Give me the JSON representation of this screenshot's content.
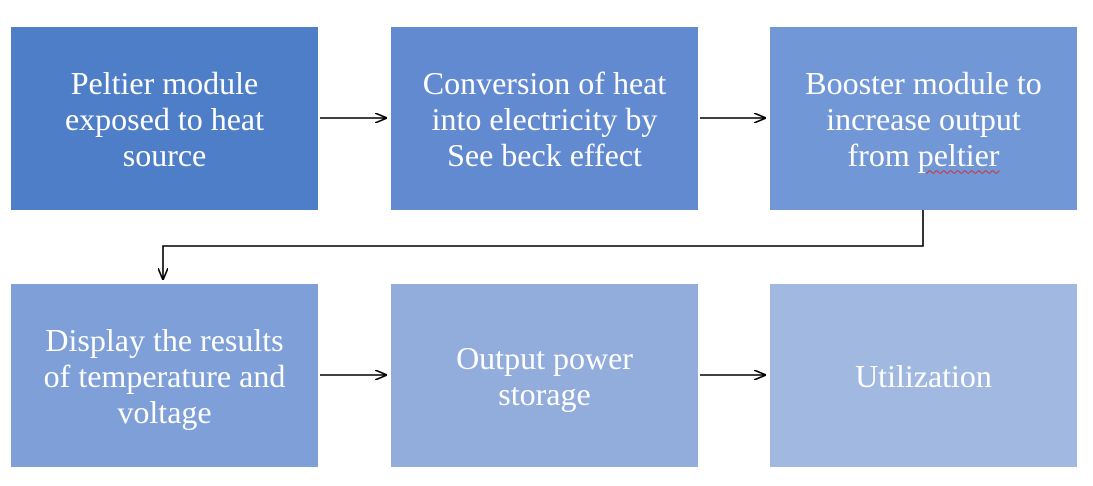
{
  "diagram": {
    "boxes": [
      {
        "id": "b1",
        "lines": [
          "Peltier module",
          "exposed to heat",
          "source"
        ],
        "color": "#4f7ec9"
      },
      {
        "id": "b2",
        "lines": [
          "Conversion of heat",
          "into electricity by",
          "See beck effect"
        ],
        "color": "#628ad0"
      },
      {
        "id": "b3",
        "lines": [
          "Booster module  to",
          "increase output",
          "from "
        ],
        "flagged_word": "peltier",
        "color": "#7197d6"
      },
      {
        "id": "b4",
        "lines": [
          "Display the results",
          "of temperature and",
          "voltage"
        ],
        "color": "#7e9fd8"
      },
      {
        "id": "b5",
        "lines": [
          "Output power",
          "storage"
        ],
        "color": "#92acdc"
      },
      {
        "id": "b6",
        "lines": [
          "Utilization"
        ],
        "color": "#a1b8e1"
      }
    ],
    "connections": [
      {
        "from": "b1",
        "to": "b2"
      },
      {
        "from": "b2",
        "to": "b3"
      },
      {
        "from": "b3",
        "to": "b4"
      },
      {
        "from": "b4",
        "to": "b5"
      },
      {
        "from": "b5",
        "to": "b6"
      }
    ]
  }
}
